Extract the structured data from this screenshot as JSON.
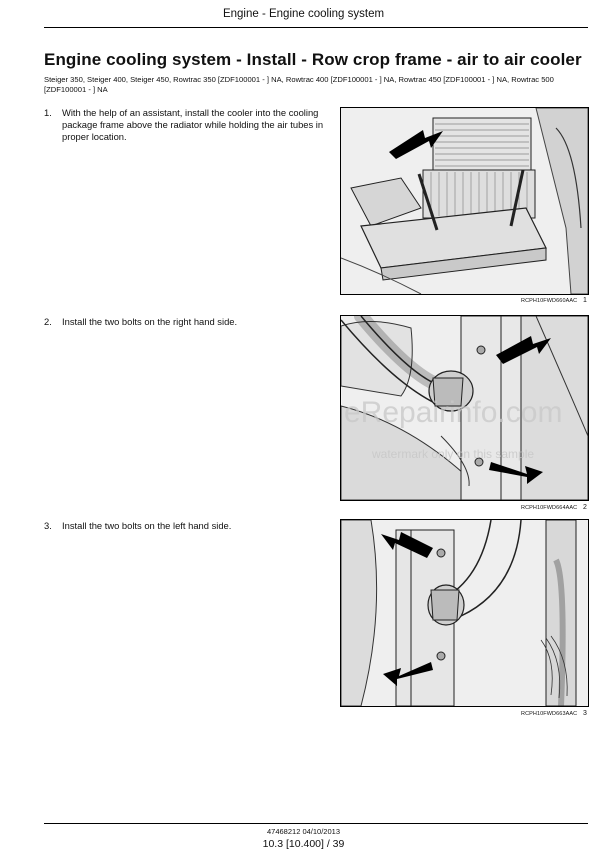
{
  "header": {
    "title": "Engine - Engine cooling system"
  },
  "page_title": "Engine cooling system - Install - Row crop frame - air to air cooler",
  "applicability": "Steiger 350, Steiger 400, Steiger 450, Rowtrac 350 [ZDF100001 - ] NA, Rowtrac 400 [ZDF100001 - ] NA, Rowtrac 450 [ZDF100001 - ] NA, Rowtrac 500 [ZDF100001 - ] NA",
  "steps": [
    {
      "number": "1.",
      "text": "With the help of an assistant, install the cooler into the cooling package frame above the radiator while holding the air tubes in proper location.",
      "figure_ref": "RCPH10FWD660AAC",
      "figure_number": "1"
    },
    {
      "number": "2.",
      "text": "Install the two bolts on the right hand side.",
      "figure_ref": "RCPH10FWD664AAC",
      "figure_number": "2"
    },
    {
      "number": "3.",
      "text": "Install the two bolts on the left hand side.",
      "figure_ref": "RCPH10FWD663AAC",
      "figure_number": "3"
    }
  ],
  "watermark": {
    "main": "eRepairinfo.com",
    "sub": "watermark only on this sample"
  },
  "footer": {
    "doc_code": "47468212 04/10/2013",
    "page": "10.3 [10.400] / 39"
  }
}
